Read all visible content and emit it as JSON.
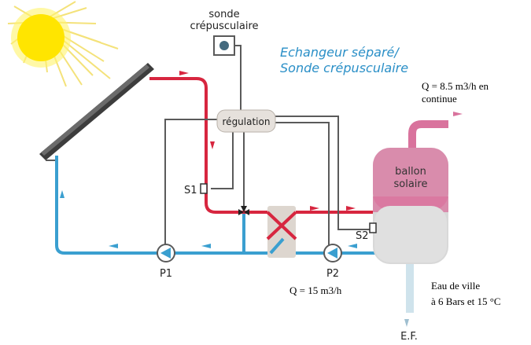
{
  "colors": {
    "hot": "#d7263f",
    "cold": "#3a9fd0",
    "pink": "#d9739d",
    "wire": "#5a5a5a",
    "tank": "#d8d8d8",
    "accent_text": "#2a8fc7",
    "sun": "#ffe500"
  },
  "labels": {
    "sensor_line1": "sonde",
    "sensor_line2": "crépusculaire",
    "title_line1": "Echangeur séparé/",
    "title_line2": "Sonde crépusculaire",
    "flow_top_line1": "Q = 8.5 m3/h en",
    "flow_top_line2": "continue",
    "regulation": "régulation",
    "tank_line1": "ballon",
    "tank_line2": "solaire",
    "s1": "S1",
    "s2": "S2",
    "p1": "P1",
    "p2": "P2",
    "flow_bottom": "Q = 15 m3/h",
    "water_line1": "Eau de ville",
    "water_line2": "à 6 Bars et 15 °C",
    "ef": "E.F."
  },
  "icons": [
    "sun-icon",
    "solar-panel-icon",
    "pump-icon",
    "sensor-icon",
    "heat-exchanger-icon",
    "valve-icon"
  ]
}
